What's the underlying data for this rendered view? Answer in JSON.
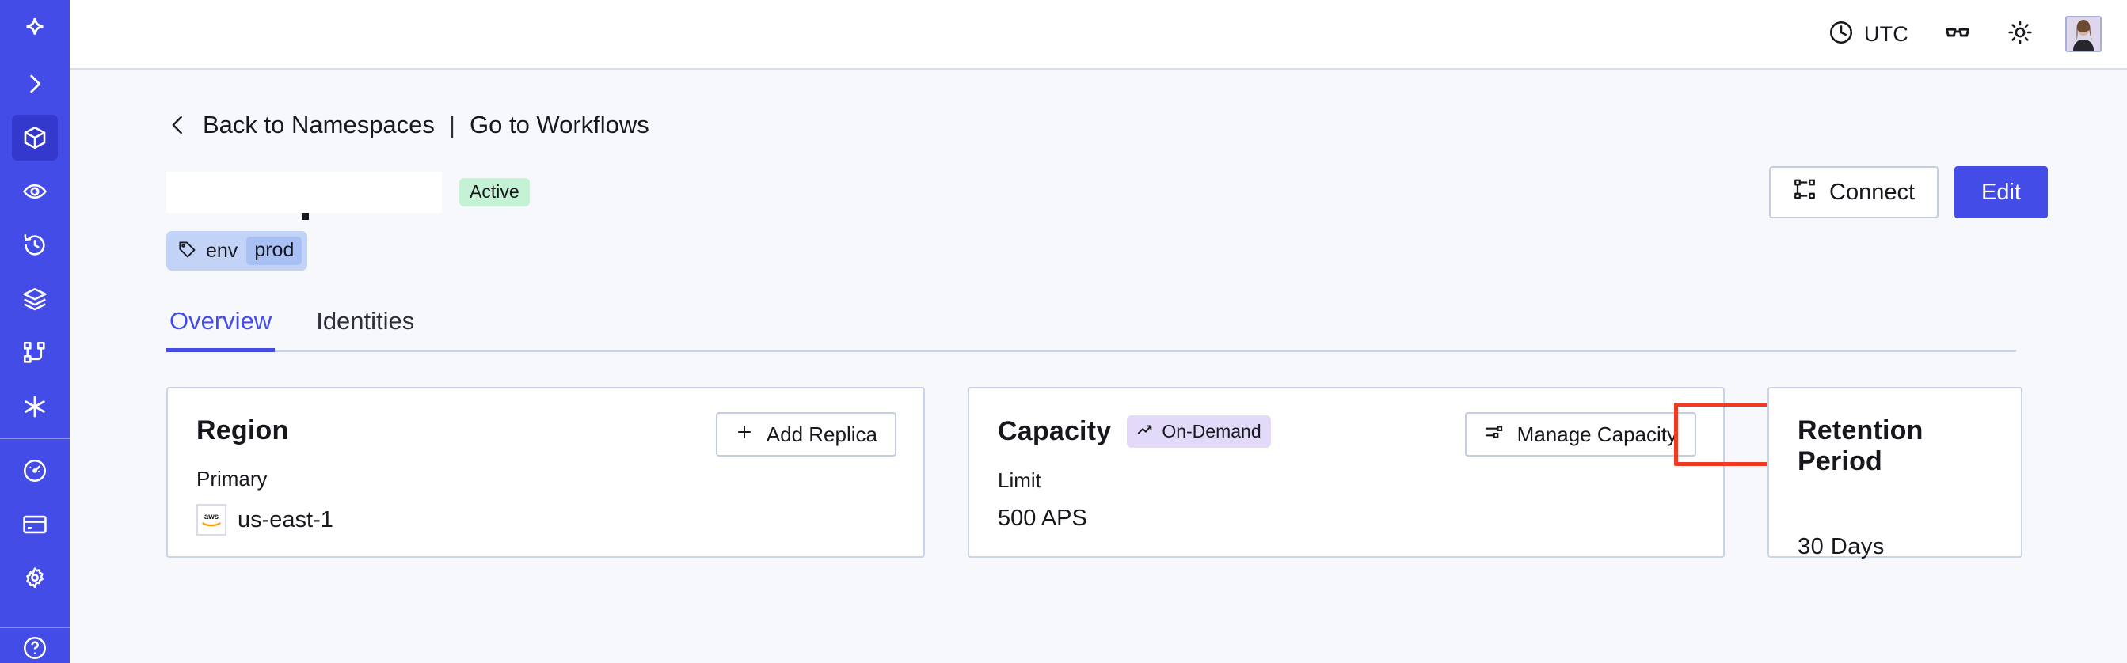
{
  "sidebar": {
    "logo_icon": "temporal-star-logo-icon",
    "items": [
      {
        "name": "expand-sidebar",
        "icon": "chevron-right-icon",
        "active": false
      },
      {
        "name": "namespaces",
        "icon": "cube-icon",
        "active": true
      },
      {
        "name": "observability",
        "icon": "eye-icon",
        "active": false
      },
      {
        "name": "history",
        "icon": "clock-rewind-icon",
        "active": false
      },
      {
        "name": "layers",
        "icon": "layers-icon",
        "active": false
      },
      {
        "name": "workflows",
        "icon": "git-branch-icon",
        "active": false
      },
      {
        "name": "nexus",
        "icon": "asterisk-icon",
        "active": false
      },
      {
        "name": "usage",
        "icon": "gauge-icon",
        "active": false
      },
      {
        "name": "billing",
        "icon": "credit-card-icon",
        "active": false
      },
      {
        "name": "settings",
        "icon": "gear-icon",
        "active": false
      }
    ]
  },
  "topbar": {
    "timezone_label": "UTC",
    "timezone_icon": "clock-icon",
    "reader_icon": "glasses-icon",
    "theme_icon": "sun-icon",
    "avatar_name": "user-avatar"
  },
  "breadcrumb": {
    "back_chevron_icon": "chevron-left-icon",
    "back_label": "Back to Namespaces",
    "separator": "|",
    "forward_label": "Go to Workflows"
  },
  "header": {
    "namespace_name": "",
    "status_badge": "Active",
    "tag_icon": "tag-icon",
    "tag_key": "env",
    "tag_value": "prod",
    "connect_label": "Connect",
    "connect_icon": "connect-nodes-icon",
    "edit_label": "Edit"
  },
  "tabs": [
    {
      "label": "Overview",
      "active": true
    },
    {
      "label": "Identities",
      "active": false
    }
  ],
  "cards": {
    "region": {
      "title": "Region",
      "action_label": "Add Replica",
      "action_icon": "plus-icon",
      "label": "Primary",
      "provider_icon": "aws-logo-icon",
      "value": "us-east-1"
    },
    "capacity": {
      "title": "Capacity",
      "badge_label": "On-Demand",
      "badge_icon": "trending-up-icon",
      "action_label": "Manage Capacity",
      "action_icon": "sliders-icon",
      "label": "Limit",
      "value": "500 APS",
      "highlighted": true
    },
    "retention": {
      "title": "Retention Period",
      "value": "30 Days"
    }
  },
  "colors": {
    "brand_indigo": "#444ce7",
    "sidebar_active": "#3538cd",
    "page_background": "#f7f8fb",
    "card_border": "#c9d4e8",
    "status_active_bg": "#c5f2d5",
    "badge_ondemand_bg": "#e2daf8",
    "tag_bg": "#c3d2f7",
    "tag_value_bg": "#a9c0f5",
    "annotation_red": "#ef3b21"
  }
}
